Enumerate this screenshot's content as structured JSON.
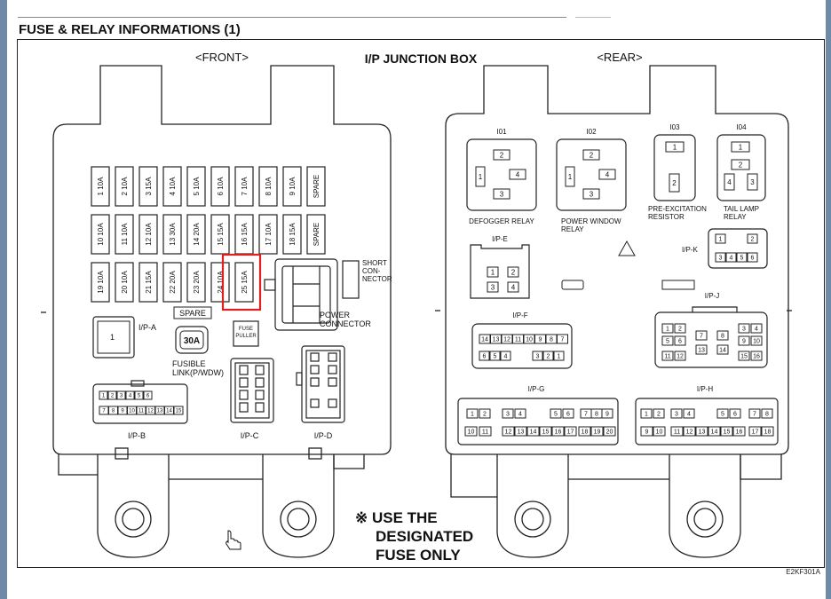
{
  "header": {
    "title": "FUSE & RELAY INFORMATIONS (1)",
    "diagram_code": "E2KF301A"
  },
  "diagram": {
    "title": "I/P JUNCTION BOX",
    "front_label": "<FRONT>",
    "rear_label": "<REAR>",
    "fuses_row1": [
      "1 10A",
      "2 10A",
      "3 15A",
      "4 10A",
      "5 10A",
      "6 10A",
      "7 10A",
      "8 10A",
      "9 10A",
      "SPARE"
    ],
    "fuses_row2": [
      "10 10A",
      "11 10A",
      "12 10A",
      "13 30A",
      "14 20A",
      "15 15A",
      "16 15A",
      "17 10A",
      "18 15A",
      "SPARE"
    ],
    "fuses_row3": [
      "19 10A",
      "20 10A",
      "21 15A",
      "22 20A",
      "23 20A",
      "24 10A",
      "25 15A"
    ],
    "highlighted_fuse": "25 15A",
    "highlight_color": "#e02020",
    "short_connector": [
      "SHORT",
      "CON-",
      "NECTOR"
    ],
    "power_connector": [
      "POWER",
      "CONNECTOR"
    ],
    "spare": "SPARE",
    "fuse_puller": [
      "FUSE",
      "PULLER"
    ],
    "fusible_link_value": "30A",
    "fusible_link_label": [
      "FUSIBLE",
      "LINK(P/WDW)"
    ],
    "ipa_label": "I/P-A",
    "ipa_pin": "1",
    "ipb_label": "I/P-B",
    "ipb_pins_top": [
      "1",
      "2",
      "3",
      "4",
      "5",
      "6"
    ],
    "ipb_pins_bottom": [
      "7",
      "8",
      "9",
      "10",
      "11",
      "12",
      "13",
      "14",
      "15"
    ],
    "ipc_label": "I/P-C",
    "ipd_label": "I/P-D",
    "relays": {
      "i01": {
        "id": "I01",
        "name": [
          "DEFOGGER RELAY"
        ],
        "pins": [
          "2",
          "1",
          "4",
          "3"
        ]
      },
      "i02": {
        "id": "I02",
        "name": [
          "POWER WINDOW",
          "RELAY"
        ],
        "pins": [
          "2",
          "1",
          "4",
          "3"
        ]
      },
      "i03": {
        "id": "I03",
        "name": [
          "PRE-EXCITATION",
          "RESISTOR"
        ],
        "pins": [
          "1",
          "2"
        ]
      },
      "i04": {
        "id": "I04",
        "name": [
          "TAIL LAMP",
          "RELAY"
        ],
        "pins": [
          "1",
          "2",
          "4",
          "3"
        ]
      }
    },
    "ipe": {
      "label": "I/P-E",
      "pins": [
        "1",
        "2",
        "3",
        "4"
      ]
    },
    "ipk": {
      "label": "I/P-K",
      "pins_top": [
        "1",
        "2"
      ],
      "pins_bottom": [
        "3",
        "4",
        "5",
        "6"
      ]
    },
    "ipf": {
      "label": "I/P-F",
      "pins_top": [
        "14",
        "13",
        "12",
        "11",
        "10",
        "9",
        "8",
        "7"
      ],
      "pins_bottom": [
        "6",
        "5",
        "4",
        "3",
        "2",
        "1"
      ]
    },
    "ipj": {
      "label": "I/P-J",
      "rows": [
        [
          "1",
          "2",
          "3",
          "4"
        ],
        [
          "5",
          "6",
          "7",
          "8"
        ],
        [
          "9",
          "10"
        ],
        [
          "11",
          "12",
          "13",
          "14",
          "15",
          "16"
        ]
      ]
    },
    "ipg": {
      "label": "I/P-G",
      "pins_top": [
        "1",
        "2",
        "3",
        "4",
        "5",
        "6",
        "7",
        "8",
        "9"
      ],
      "pins_bottom": [
        "10",
        "11",
        "12",
        "13",
        "14",
        "15",
        "16",
        "17",
        "18",
        "19",
        "20"
      ]
    },
    "iph": {
      "label": "I/P-H",
      "pins_top": [
        "1",
        "2",
        "3",
        "4",
        "5",
        "6",
        "7",
        "8"
      ],
      "pins_bottom": [
        "9",
        "10",
        "11",
        "12",
        "13",
        "14",
        "15",
        "16",
        "17",
        "18"
      ]
    },
    "notice": [
      "※ USE THE",
      "DESIGNATED",
      "FUSE ONLY"
    ]
  }
}
